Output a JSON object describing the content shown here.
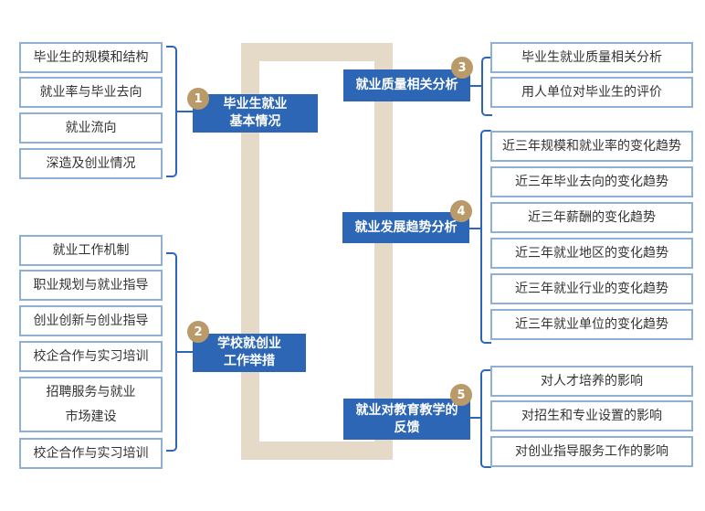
{
  "sections": [
    {
      "num": "1",
      "title": "毕业生就业\n基本情况",
      "items": [
        "毕业生的规模和结构",
        "就业率与毕业去向",
        "就业流向",
        "深造及创业情况"
      ]
    },
    {
      "num": "2",
      "title": "学校就创业\n工作举措",
      "items": [
        "就业工作机制",
        "职业规划与就业指导",
        "创业创新与创业指导",
        "校企合作与实习培训",
        "招聘服务与就业\n市场建设",
        "校企合作与实习培训"
      ]
    },
    {
      "num": "3",
      "title": "就业质量相关分析",
      "items": [
        "毕业生就业质量相关分析",
        "用人单位对毕业生的评价"
      ]
    },
    {
      "num": "4",
      "title": "就业发展趋势分析",
      "items": [
        "近三年规模和就业率的变化趋势",
        "近三年毕业去向的变化趋势",
        "近三年薪酬的变化趋势",
        "近三年就业地区的变化趋势",
        "近三年就业行业的变化趋势",
        "近三年就业单位的变化趋势"
      ]
    },
    {
      "num": "5",
      "title": "就业对教育教学的\n反馈",
      "items": [
        "对人才培养的影响",
        "对招生和专业设置的影响",
        "对创业指导服务工作的影响"
      ]
    }
  ],
  "colors": {
    "category": "#2d66b5",
    "badge": "#b99a68",
    "frame": "#e5d9c7",
    "box_border": "#8fb0d6"
  }
}
